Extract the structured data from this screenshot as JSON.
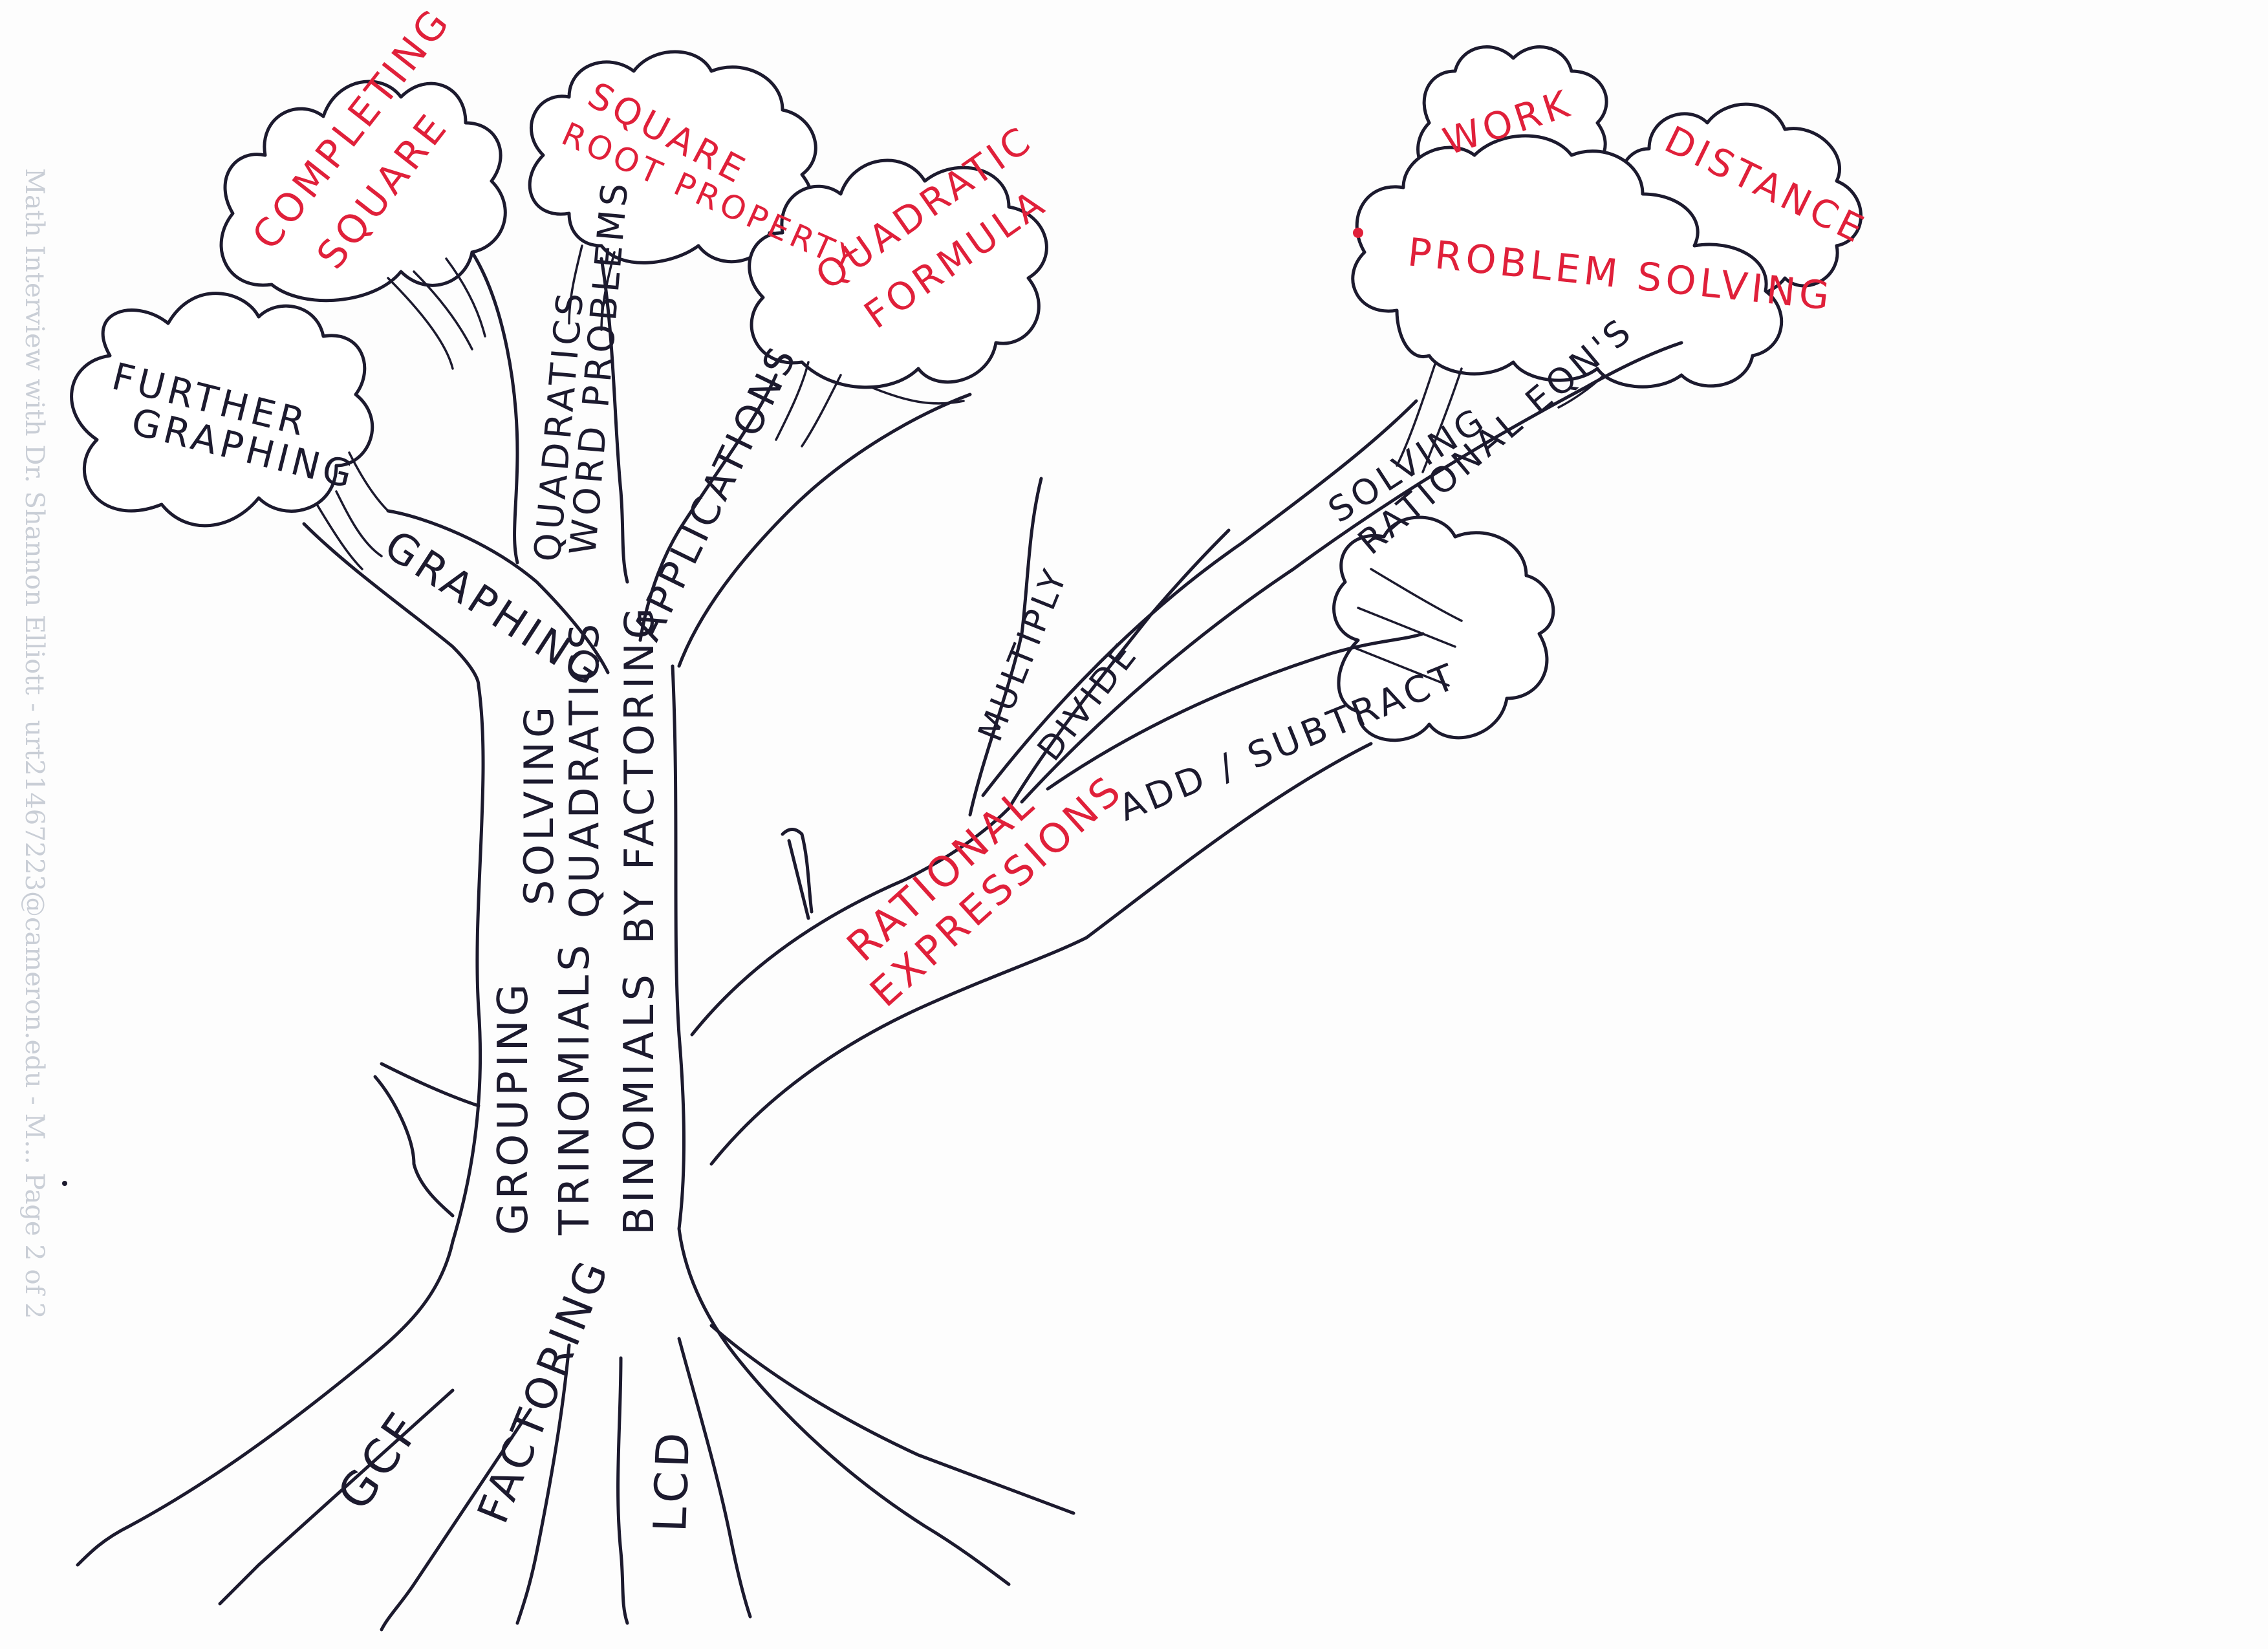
{
  "colors": {
    "ink": "#1c1a2e",
    "accent_red": "#e0203a",
    "faint_scan_text": "#c9ced6"
  },
  "scan_margin_text": "Math Interview with Dr. Shannon Elliott - urt21467223@cameron.edu - M... Page 2 of 2",
  "roots": {
    "gcf": "GCF",
    "factoring": "Factoring",
    "lcd": "LCD"
  },
  "trunk": {
    "grouping": "Grouping",
    "trinomials": "Trinomials",
    "binomials": "Binomials",
    "solving_1": "Solving",
    "solving_2": "Quadratics",
    "solving_3": "by Factoring"
  },
  "left_branches": {
    "graphing": "Graphing",
    "quadratics_word_1": "Quadratics",
    "quadratics_word_2": "Word Problems",
    "applications": "Applications"
  },
  "left_clouds": {
    "further_graphing_1": "Further",
    "further_graphing_2": "Graphing",
    "completing_square_1": "Completing",
    "completing_square_2": "Square",
    "square_root_1": "Square",
    "square_root_2": "Root Property",
    "quadratic_formula_1": "Quadratic",
    "quadratic_formula_2": "Formula"
  },
  "right_branch": {
    "rational_1": "Rational",
    "rational_2": "Expressions",
    "add_subtract": "Add / Subtract",
    "multiply": "Multiply",
    "divide": "Divide",
    "solving_rational_1": "Solving",
    "solving_rational_2": "Rational Eqn's"
  },
  "right_clouds": {
    "work": "Work",
    "distance": "Distance",
    "problem_solving": "Problem Solving"
  }
}
